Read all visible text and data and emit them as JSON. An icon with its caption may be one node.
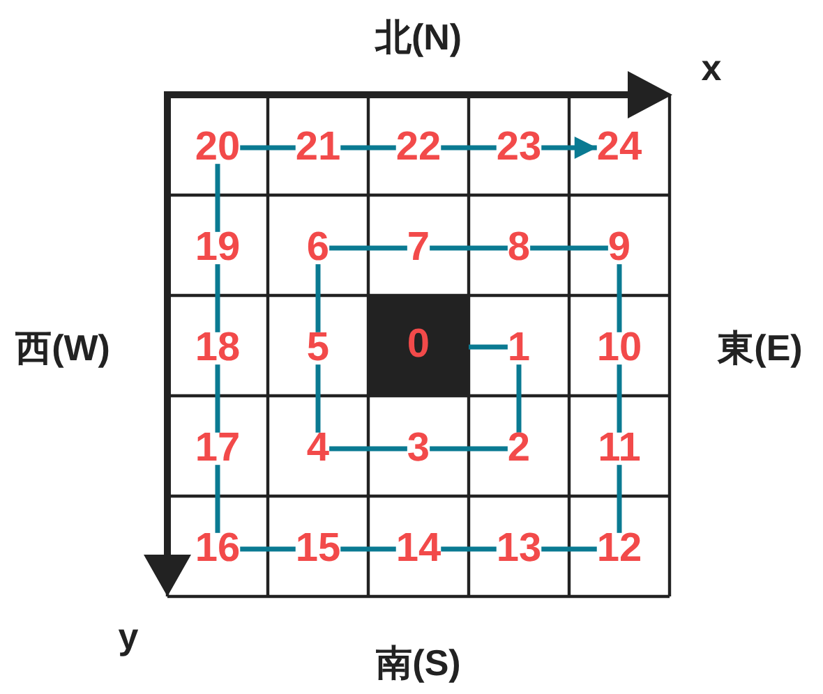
{
  "diagram": {
    "nodes": [
      {
        "text": [
          "20"
        ]
      },
      {
        "text": [
          "21"
        ]
      },
      {
        "text": [
          "22"
        ]
      },
      {
        "text": [
          "23"
        ]
      },
      {
        "text": [
          "24"
        ]
      },
      {
        "text": [
          "19"
        ]
      },
      {
        "text": [
          "6"
        ]
      },
      {
        "text": [
          "7"
        ]
      },
      {
        "text": [
          "8"
        ]
      },
      {
        "text": [
          "9"
        ]
      },
      {
        "text": [
          "18"
        ]
      },
      {
        "text": [
          "5"
        ]
      },
      {
        "text": [
          "0"
        ]
      },
      {
        "text": [
          "1"
        ]
      },
      {
        "text": [
          "10"
        ]
      },
      {
        "text": [
          "17"
        ]
      },
      {
        "text": [
          "4"
        ]
      },
      {
        "text": [
          "3"
        ]
      },
      {
        "text": [
          "2"
        ]
      },
      {
        "text": [
          "11"
        ]
      },
      {
        "text": [
          "16"
        ]
      },
      {
        "text": [
          "15"
        ]
      },
      {
        "text": [
          "14"
        ]
      },
      {
        "text": [
          "13"
        ]
      },
      {
        "text": [
          "12"
        ]
      }
    ],
    "edges": [
      {
        "from": 12,
        "to": 13,
        "arrow": "none"
      },
      {
        "from": 13,
        "to": 18,
        "arrow": "none"
      },
      {
        "from": 18,
        "to": 17,
        "arrow": "none"
      },
      {
        "from": 17,
        "to": 16,
        "arrow": "none"
      },
      {
        "from": 16,
        "to": 11,
        "arrow": "none"
      },
      {
        "from": 11,
        "to": 6,
        "arrow": "none"
      },
      {
        "from": 6,
        "to": 7,
        "arrow": "none"
      },
      {
        "from": 7,
        "to": 8,
        "arrow": "none"
      },
      {
        "from": 8,
        "to": 9,
        "arrow": "none"
      },
      {
        "from": 9,
        "to": 14,
        "arrow": "none"
      },
      {
        "from": 14,
        "to": 19,
        "arrow": "none"
      },
      {
        "from": 19,
        "to": 24,
        "arrow": "none"
      },
      {
        "from": 24,
        "to": 23,
        "arrow": "none"
      },
      {
        "from": 23,
        "to": 22,
        "arrow": "none"
      },
      {
        "from": 22,
        "to": 21,
        "arrow": "none"
      },
      {
        "from": 21,
        "to": 20,
        "arrow": "none"
      },
      {
        "from": 20,
        "to": 15,
        "arrow": "none"
      },
      {
        "from": 15,
        "to": 10,
        "arrow": "none"
      },
      {
        "from": 10,
        "to": 5,
        "arrow": "none"
      },
      {
        "from": 5,
        "to": 0,
        "arrow": "none"
      },
      {
        "from": 0,
        "to": 1,
        "arrow": "none"
      },
      {
        "from": 1,
        "to": 2,
        "arrow": "none"
      },
      {
        "from": 2,
        "to": 3,
        "arrow": "none"
      },
      {
        "from": 3,
        "to": 4,
        "arrow": "to"
      }
    ],
    "labels": [
      "北(N)",
      "x",
      "西(W)",
      "東(E)",
      "y",
      "南(S)"
    ]
  }
}
